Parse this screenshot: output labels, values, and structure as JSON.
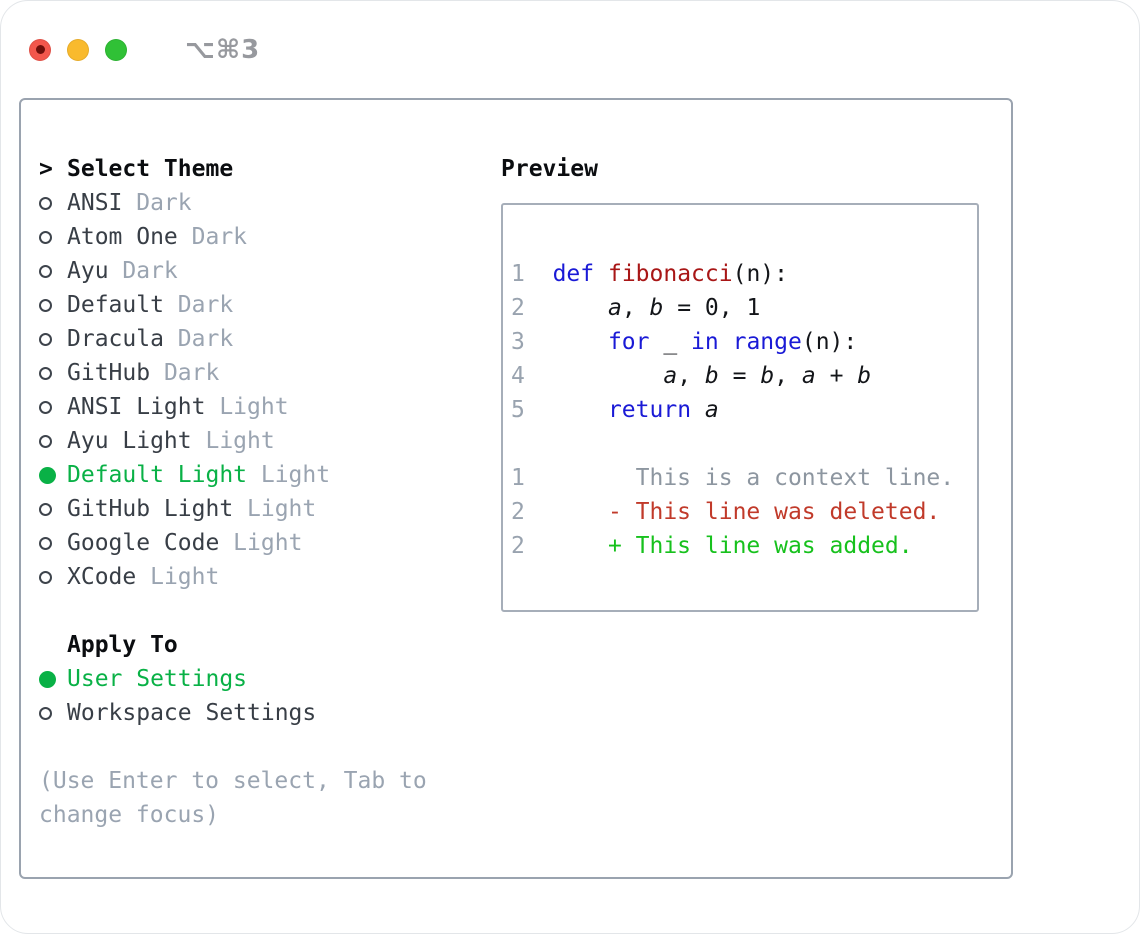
{
  "window": {
    "title": "⌥⌘3",
    "traffic_lights": [
      "close",
      "minimize",
      "zoom"
    ]
  },
  "theme_list": {
    "focus_marker": ">",
    "header": "Select Theme",
    "items": [
      {
        "name": "ANSI",
        "variant": "Dark",
        "selected": false
      },
      {
        "name": "Atom One",
        "variant": "Dark",
        "selected": false
      },
      {
        "name": "Ayu",
        "variant": "Dark",
        "selected": false
      },
      {
        "name": "Default",
        "variant": "Dark",
        "selected": false
      },
      {
        "name": "Dracula",
        "variant": "Dark",
        "selected": false
      },
      {
        "name": "GitHub",
        "variant": "Dark",
        "selected": false
      },
      {
        "name": "ANSI Light",
        "variant": "Light",
        "selected": false
      },
      {
        "name": "Ayu Light",
        "variant": "Light",
        "selected": false
      },
      {
        "name": "Default Light",
        "variant": "Light",
        "selected": true
      },
      {
        "name": "GitHub Light",
        "variant": "Light",
        "selected": false
      },
      {
        "name": "Google Code",
        "variant": "Light",
        "selected": false
      },
      {
        "name": "XCode",
        "variant": "Light",
        "selected": false
      }
    ]
  },
  "apply_to": {
    "header": "Apply To",
    "options": [
      {
        "label": "User Settings",
        "selected": true
      },
      {
        "label": "Workspace Settings",
        "selected": false
      }
    ]
  },
  "help_text": "(Use Enter to select, Tab to change focus)",
  "preview": {
    "header": "Preview",
    "code_lines": [
      {
        "num": "1",
        "segments": [
          {
            "t": "def",
            "c": "kw"
          },
          {
            "t": " ",
            "c": "plain"
          },
          {
            "t": "fibonacci",
            "c": "fn"
          },
          {
            "t": "(n):",
            "c": "plain"
          }
        ]
      },
      {
        "num": "2",
        "segments": [
          {
            "t": "    ",
            "c": "plain"
          },
          {
            "t": "a",
            "c": "var"
          },
          {
            "t": ", ",
            "c": "plain"
          },
          {
            "t": "b",
            "c": "var"
          },
          {
            "t": " = 0, 1",
            "c": "plain"
          }
        ]
      },
      {
        "num": "3",
        "segments": [
          {
            "t": "    ",
            "c": "plain"
          },
          {
            "t": "for",
            "c": "kw"
          },
          {
            "t": " _ ",
            "c": "plain"
          },
          {
            "t": "in",
            "c": "kw"
          },
          {
            "t": " ",
            "c": "plain"
          },
          {
            "t": "range",
            "c": "kw"
          },
          {
            "t": "(n):",
            "c": "plain"
          }
        ]
      },
      {
        "num": "4",
        "segments": [
          {
            "t": "        ",
            "c": "plain"
          },
          {
            "t": "a",
            "c": "var"
          },
          {
            "t": ", ",
            "c": "plain"
          },
          {
            "t": "b",
            "c": "var"
          },
          {
            "t": " = ",
            "c": "plain"
          },
          {
            "t": "b",
            "c": "var"
          },
          {
            "t": ", ",
            "c": "plain"
          },
          {
            "t": "a",
            "c": "var"
          },
          {
            "t": " + ",
            "c": "plain"
          },
          {
            "t": "b",
            "c": "var"
          }
        ]
      },
      {
        "num": "5",
        "segments": [
          {
            "t": "    ",
            "c": "plain"
          },
          {
            "t": "return",
            "c": "kw"
          },
          {
            "t": " ",
            "c": "plain"
          },
          {
            "t": "a",
            "c": "var"
          }
        ]
      }
    ],
    "diff_lines": [
      {
        "num": "1",
        "marker": "",
        "text": "This is a context line.",
        "type": "context"
      },
      {
        "num": "2",
        "marker": "-",
        "text": "This line was deleted.",
        "type": "deleted"
      },
      {
        "num": "2",
        "marker": "+",
        "text": "This line was added.",
        "type": "added"
      }
    ]
  },
  "colors": {
    "selection_green": "#09b146",
    "added_green": "#17c11d",
    "deleted_red": "#c13a2a",
    "keyword_blue": "#1a1ad6",
    "function_red": "#a81616",
    "context_gray": "#8d96a0",
    "muted_gray": "#9aa4b1",
    "traffic_red": "#f2574c",
    "traffic_yellow": "#f9ba2d",
    "traffic_green": "#30c136"
  }
}
